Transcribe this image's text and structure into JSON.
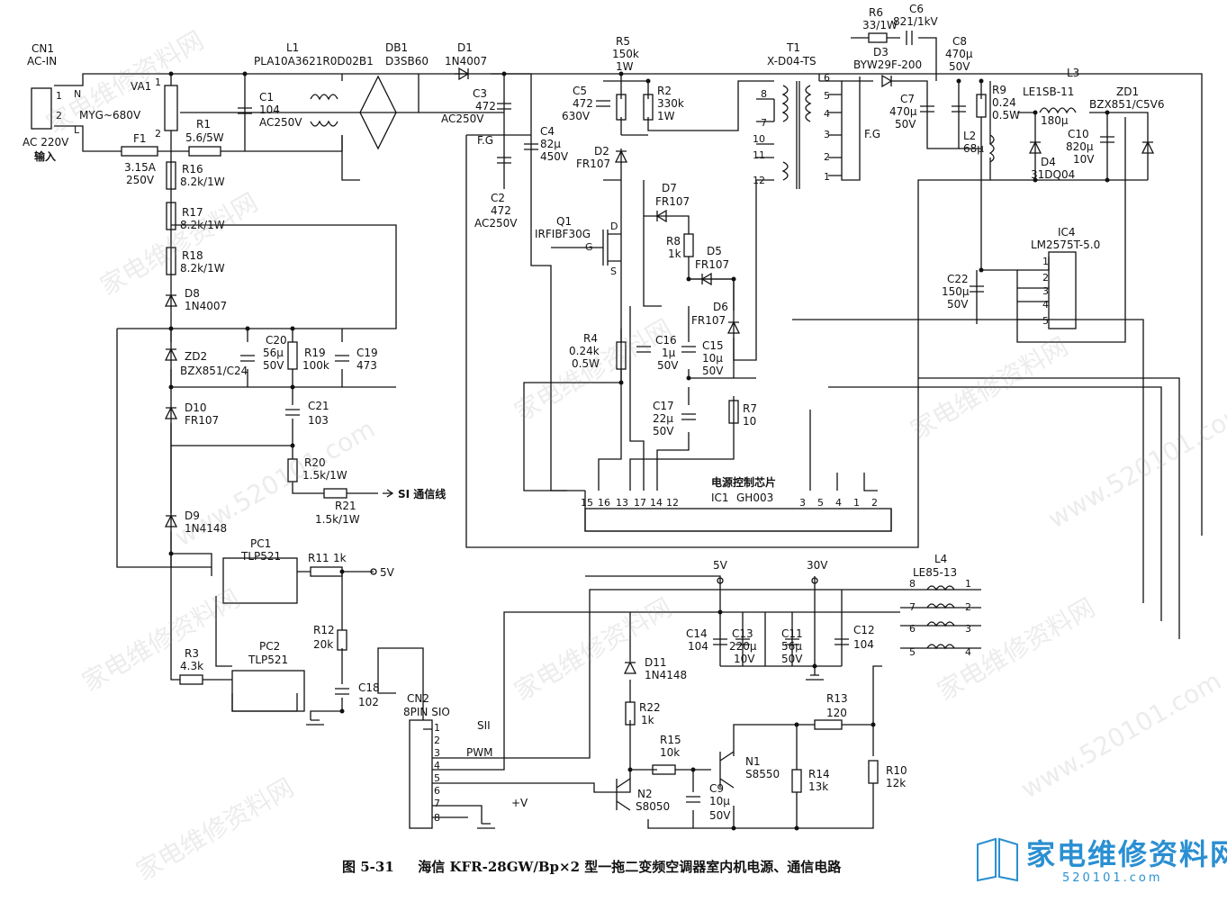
{
  "caption": {
    "fig": "图 5-31",
    "title": "海信 KFR-28GW/Bp×2 型一拖二变频空调器室内机电源、通信电路"
  },
  "watermark": "家电维修资料网",
  "watermark_url": "www.520101.com",
  "logo": {
    "text": "家电维修资料网",
    "url": "520101.com",
    "color": "#2a8fd2"
  },
  "labels": {
    "cn1": "CN1",
    "cn1_sub": "AC-IN",
    "ac_in": "AC 220V",
    "ac_in2": "输入",
    "pin1": "1",
    "pin2": "2",
    "n": "N",
    "l": "L",
    "va1": "VA1",
    "va1_v": "MYG~680V",
    "va1_p1": "1",
    "va1_p2": "2",
    "f1": "F1",
    "f1_v": "3.15A",
    "f1_v2": "250V",
    "r1": "R1",
    "r1_v": "5.6/5W",
    "l1": "L1",
    "l1_v": "PLA10A3621R0D02B1",
    "c1": "C1",
    "c1_v": "104",
    "c1_v2": "AC250V",
    "db1": "DB1",
    "db1_v": "D3SB60",
    "d1": "D1",
    "d1_v": "1N4007",
    "c3": "C3",
    "c3_v": "472",
    "c3_v2": "AC250V",
    "fg1": "F.G",
    "c4": "C4",
    "c4_v": "82µ",
    "c4_v2": "450V",
    "c2": "C2",
    "c2_v": "472",
    "c2_v2": "AC250V",
    "r5": "R5",
    "r5_v": "150k",
    "r5_v2": "1W",
    "c5": "C5",
    "c5_v": "472",
    "c5_v2": "630V",
    "r2": "R2",
    "r2_v": "330k",
    "r2_v2": "1W",
    "d2": "D2",
    "d2_v": "FR107",
    "q1": "Q1",
    "q1_v": "IRFIBF30G",
    "q1_d": "D",
    "q1_g": "G",
    "q1_s": "S",
    "d7": "D7",
    "d7_v": "FR107",
    "r8": "R8",
    "r8_v": "1k",
    "d5": "D5",
    "d5_v": "FR107",
    "d6": "D6",
    "d6_v": "FR107",
    "r4": "R4",
    "r4_v": "0.24k",
    "r4_v2": "0.5W",
    "c16": "C16",
    "c16_v": "1µ",
    "c16_v2": "50V",
    "c15": "C15",
    "c15_v": "10µ",
    "c15_v2": "50V",
    "c17": "C17",
    "c17_v": "22µ",
    "c17_v2": "50V",
    "r7": "R7",
    "r7_v": "10",
    "t1": "T1",
    "t1_v": "X-D04-TS",
    "t1_8": "8",
    "t1_7": "7",
    "t1_10": "10",
    "t1_11": "11",
    "t1_12": "12",
    "t1_6": "6",
    "t1_5": "5",
    "t1_4": "4",
    "t1_3": "3",
    "t1_2": "2",
    "t1_1": "1",
    "r6": "R6",
    "r6_v": "33/1W",
    "c6": "C6",
    "c6_v": "821/1kV",
    "d3": "D3",
    "d3_v": "BYW29F-200",
    "c7": "C7",
    "c7_v": "470µ",
    "c7_v2": "50V",
    "fg2": "F.G",
    "c8": "C8",
    "c8_v": "470µ",
    "c8_v2": "50V",
    "r9": "R9",
    "r9_v": "0.24",
    "r9_v2": "0.5W",
    "l2": "L2",
    "l2_v": "68µ",
    "l3": "L3",
    "l3_v": "LE1SB-11",
    "l3_v2": "180µ",
    "zd1": "ZD1",
    "zd1_v": "BZX851/C5V6",
    "c10": "C10",
    "c10_v": "820µ",
    "c10_v2": "10V",
    "d4": "D4",
    "d4_v": "31DQ04",
    "ic4": "IC4",
    "ic4_v": "LM2575T-5.0",
    "ic4_1": "1",
    "ic4_2": "2",
    "ic4_3": "3",
    "ic4_4": "4",
    "ic4_5": "5",
    "c22": "C22",
    "c22_v": "150µ",
    "c22_v2": "50V",
    "r16": "R16",
    "r16_v": "8.2k/1W",
    "r17": "R17",
    "r17_v": "8.2k/1W",
    "r18": "R18",
    "r18_v": "8.2k/1W",
    "d8": "D8",
    "d8_v": "1N4007",
    "zd2": "ZD2",
    "zd2_v": "BZX851/C24",
    "c20": "C20",
    "c20_v": "56µ",
    "c20_v2": "50V",
    "r19": "R19",
    "r19_v": "100k",
    "c19": "C19",
    "c19_v": "473",
    "d10": "D10",
    "d10_v": "FR107",
    "c21": "C21",
    "c21_v": "103",
    "r20": "R20",
    "r20_v": "1.5k/1W",
    "r21": "R21",
    "r21_v": "1.5k/1W",
    "si": "SI 通信线",
    "d9": "D9",
    "d9_v": "1N4148",
    "pc1": "PC1",
    "pc1_v": "TLP521",
    "r11": "R11",
    "r11_v": "1k",
    "v5a": "5V",
    "r12": "R12",
    "r12_v": "20k",
    "r3": "R3",
    "r3_v": "4.3k",
    "pc2": "PC2",
    "pc2_v": "TLP521",
    "c18": "C18",
    "c18_v": "102",
    "cn2": "CN2",
    "cn2_v": "8PIN SIO",
    "cn2_1": "1",
    "cn2_2": "2",
    "cn2_3": "3",
    "cn2_4": "4",
    "cn2_5": "5",
    "cn2_6": "6",
    "cn2_7": "7",
    "cn2_8": "8",
    "sii": "SII",
    "pwm": "PWM",
    "plusv": "+V",
    "ic1_t": "电源控制芯片",
    "ic1": "IC1",
    "ic1_v": "GH003",
    "ic1_15": "15",
    "ic1_16": "16",
    "ic1_13": "13",
    "ic1_17": "17",
    "ic1_14": "14",
    "ic1_12": "12",
    "ic1_3": "3",
    "ic1_5": "5",
    "ic1_4": "4",
    "ic1_1": "1",
    "ic1_2": "2",
    "v5b": "5V",
    "v30": "30V",
    "l4": "L4",
    "l4_v": "LE85-13",
    "l4_8": "8",
    "l4_7": "7",
    "l4_6": "6",
    "l4_5": "5",
    "l4_1": "1",
    "l4_2": "2",
    "l4_3": "3",
    "l4_4": "4",
    "c14": "C14",
    "c14_v": "104",
    "c13": "C13",
    "c13_v": "220µ",
    "c13_v2": "10V",
    "c11": "C11",
    "c11_v": "56µ",
    "c11_v2": "50V",
    "c12": "C12",
    "c12_v": "104",
    "d11": "D11",
    "d11_v": "1N4148",
    "r22": "R22",
    "r22_v": "1k",
    "r13": "R13",
    "r13_v": "120",
    "r15": "R15",
    "r15_v": "10k",
    "n1": "N1",
    "n1_v": "S8550",
    "r14": "R14",
    "r14_v": "13k",
    "r10": "R10",
    "r10_v": "12k",
    "n2": "N2",
    "n2_v": "S8050",
    "c9": "C9",
    "c9_v": "10µ",
    "c9_v2": "50V"
  }
}
